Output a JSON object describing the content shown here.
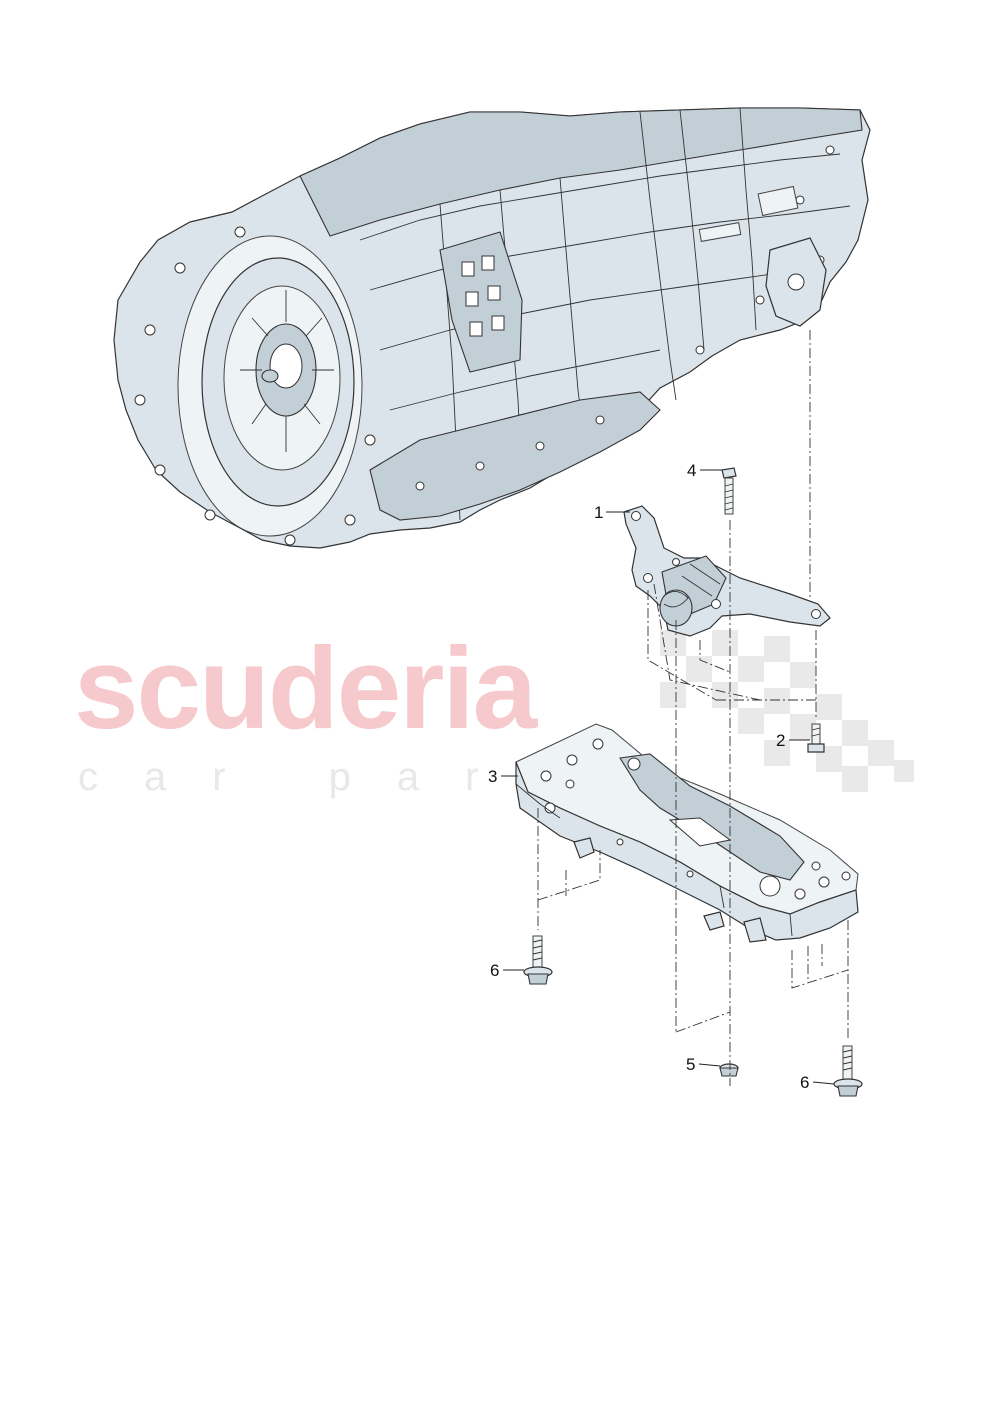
{
  "watermark": {
    "main": "scuderia",
    "sub": "car par"
  },
  "callouts": [
    {
      "id": "1",
      "label": "1"
    },
    {
      "id": "2",
      "label": "2"
    },
    {
      "id": "3",
      "label": "3"
    },
    {
      "id": "4",
      "label": "4"
    },
    {
      "id": "5",
      "label": "5"
    },
    {
      "id": "6a",
      "label": "6"
    },
    {
      "id": "6b",
      "label": "6"
    }
  ],
  "colors": {
    "watermark_red": "#f6c9cc",
    "watermark_grey": "#e8e8e8",
    "part_fill": "#dbe4ea",
    "line": "#222222"
  }
}
